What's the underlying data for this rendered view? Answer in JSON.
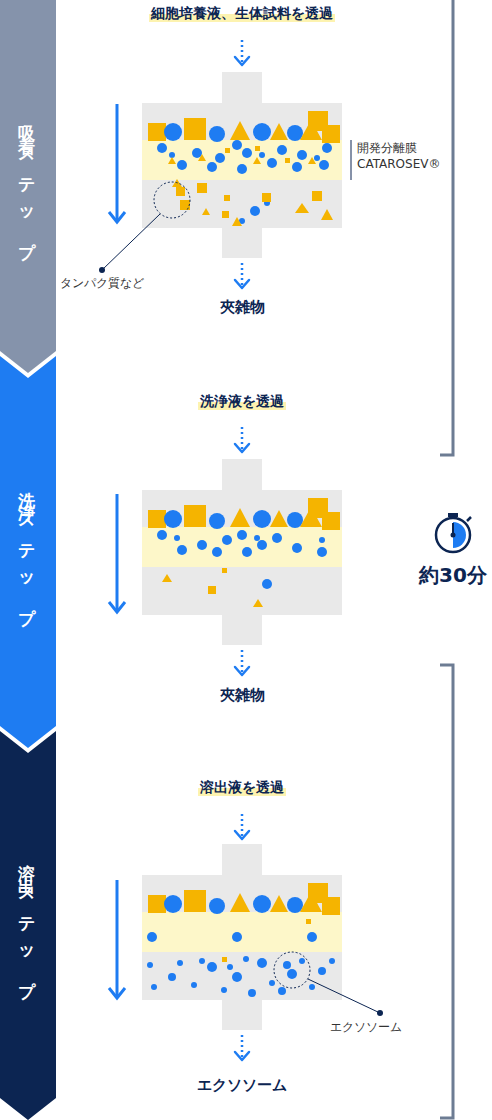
{
  "diagram": {
    "nodes": [
      {
        "text": [
          "吸着ステップ"
        ]
      },
      {
        "text": [
          "洗浄ステップ"
        ]
      },
      {
        "text": [
          "溶出ステップ"
        ]
      }
    ],
    "labels": [
      "細胞培養液、生体試料を透過",
      "開発分離膜 CATAROSEV®",
      "タンパク質など",
      "夾雑物",
      "洗浄液を透過",
      "夾雑物",
      "溶出液を透過",
      "エクソソーム",
      "エクソソーム",
      "約30分"
    ]
  }
}
